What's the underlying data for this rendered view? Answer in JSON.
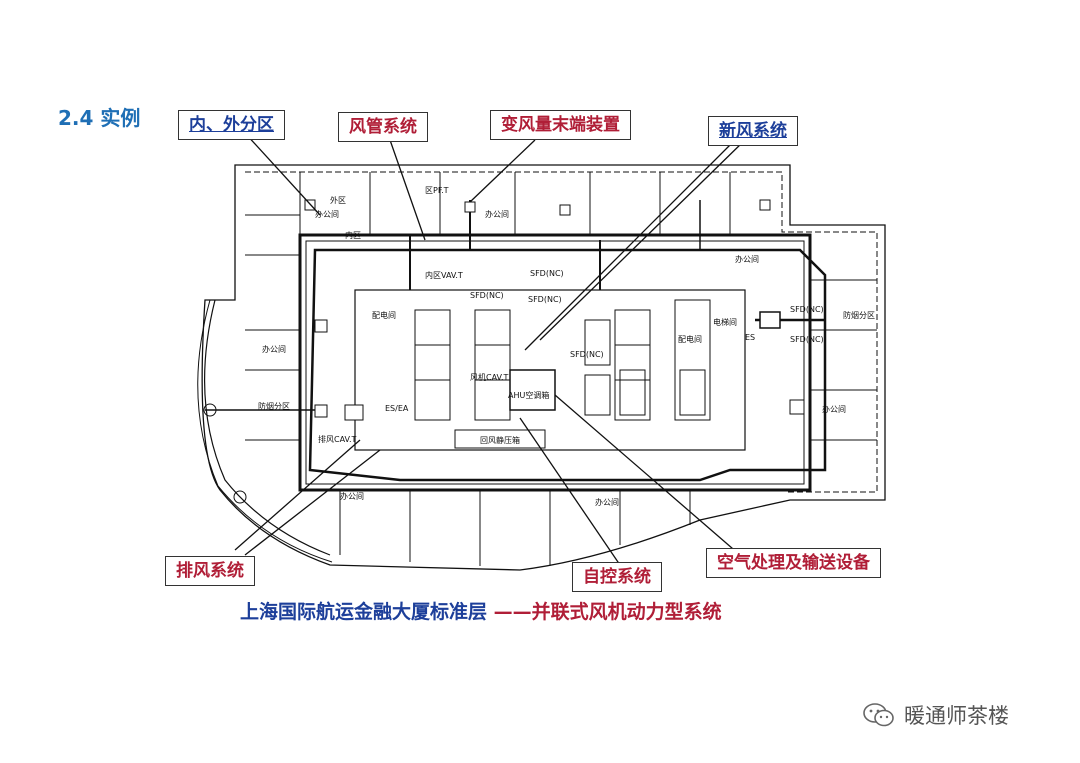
{
  "heading": "2.4 实例",
  "callouts": {
    "inner_outer": "内、外分区",
    "duct": "风管系统",
    "vav": "变风量末端装置",
    "fresh_air": "新风系统",
    "exhaust": "排风系统",
    "auto_control": "自控系统",
    "air_handling": "空气处理及输送设备"
  },
  "caption": {
    "part1": "上海国际航运金融大厦标准层",
    "part2": "——并联式风机动力型系统"
  },
  "plan_labels": {
    "office_tl": "办公间",
    "outer_zone": "外区",
    "inner_zone": "内区",
    "zone_pft": "区PF.T",
    "office_top": "办公间",
    "office_tr": "办公间",
    "inner_vav": "内区VAV.T",
    "sfd1": "SFD(NC)",
    "sfd2": "SFD(NC)",
    "sfd3": "SFD(NC)",
    "sfd4": "SFD(NC)",
    "sfd5": "SFD(NC)",
    "sfd6": "SFD(NC)",
    "elec1": "配电间",
    "elec2": "配电间",
    "es_ea": "ES/EA",
    "ahu": "AHU空调箱",
    "fan_box": "风机CAV.T",
    "fan_compressor": "回风静压箱",
    "fire_zone_l": "防烟分区",
    "fire_zone_r": "防烟分区",
    "office_l": "办公间",
    "office_r": "办公间",
    "office_b": "办公间",
    "office_br": "办公间",
    "es": "ES",
    "exhaust_cab": "排风CAV.T",
    "elec_room": "电梯间"
  },
  "watermark": "暖通师茶楼",
  "colors": {
    "heading": "#1f6fb5",
    "callout_red": "#b01e37",
    "callout_blue": "#1d3f9a",
    "line": "#111111"
  }
}
